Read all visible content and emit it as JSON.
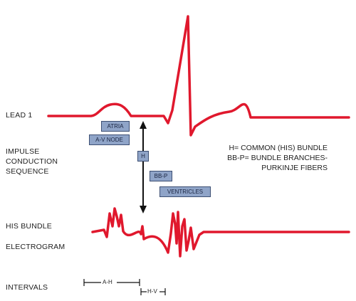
{
  "labels": {
    "lead1": "LEAD 1",
    "impulse_line1": "IMPULSE",
    "impulse_line2": "CONDUCTION",
    "impulse_line3": "SEQUENCE",
    "his_bundle": "HIS BUNDLE",
    "electrogram": "ELECTROGRAM",
    "intervals": "INTERVALS"
  },
  "boxes": {
    "atria": "ATRIA",
    "av_node": "A-V NODE",
    "h": "H",
    "bbp": "BB-P",
    "ventricles": "VENTRICLES"
  },
  "legend": {
    "line1": "H= COMMON (HIS) BUNDLE",
    "line2": "BB-P= BUNDLE BRANCHES-",
    "line3": "PURKINJE FIBERS"
  },
  "interval_labels": {
    "ah": "A-H",
    "hv": "H-V"
  },
  "colors": {
    "trace": "#e0182d",
    "box_fill": "#8fa4c8",
    "box_border": "#3d4f73",
    "text": "#222222"
  }
}
